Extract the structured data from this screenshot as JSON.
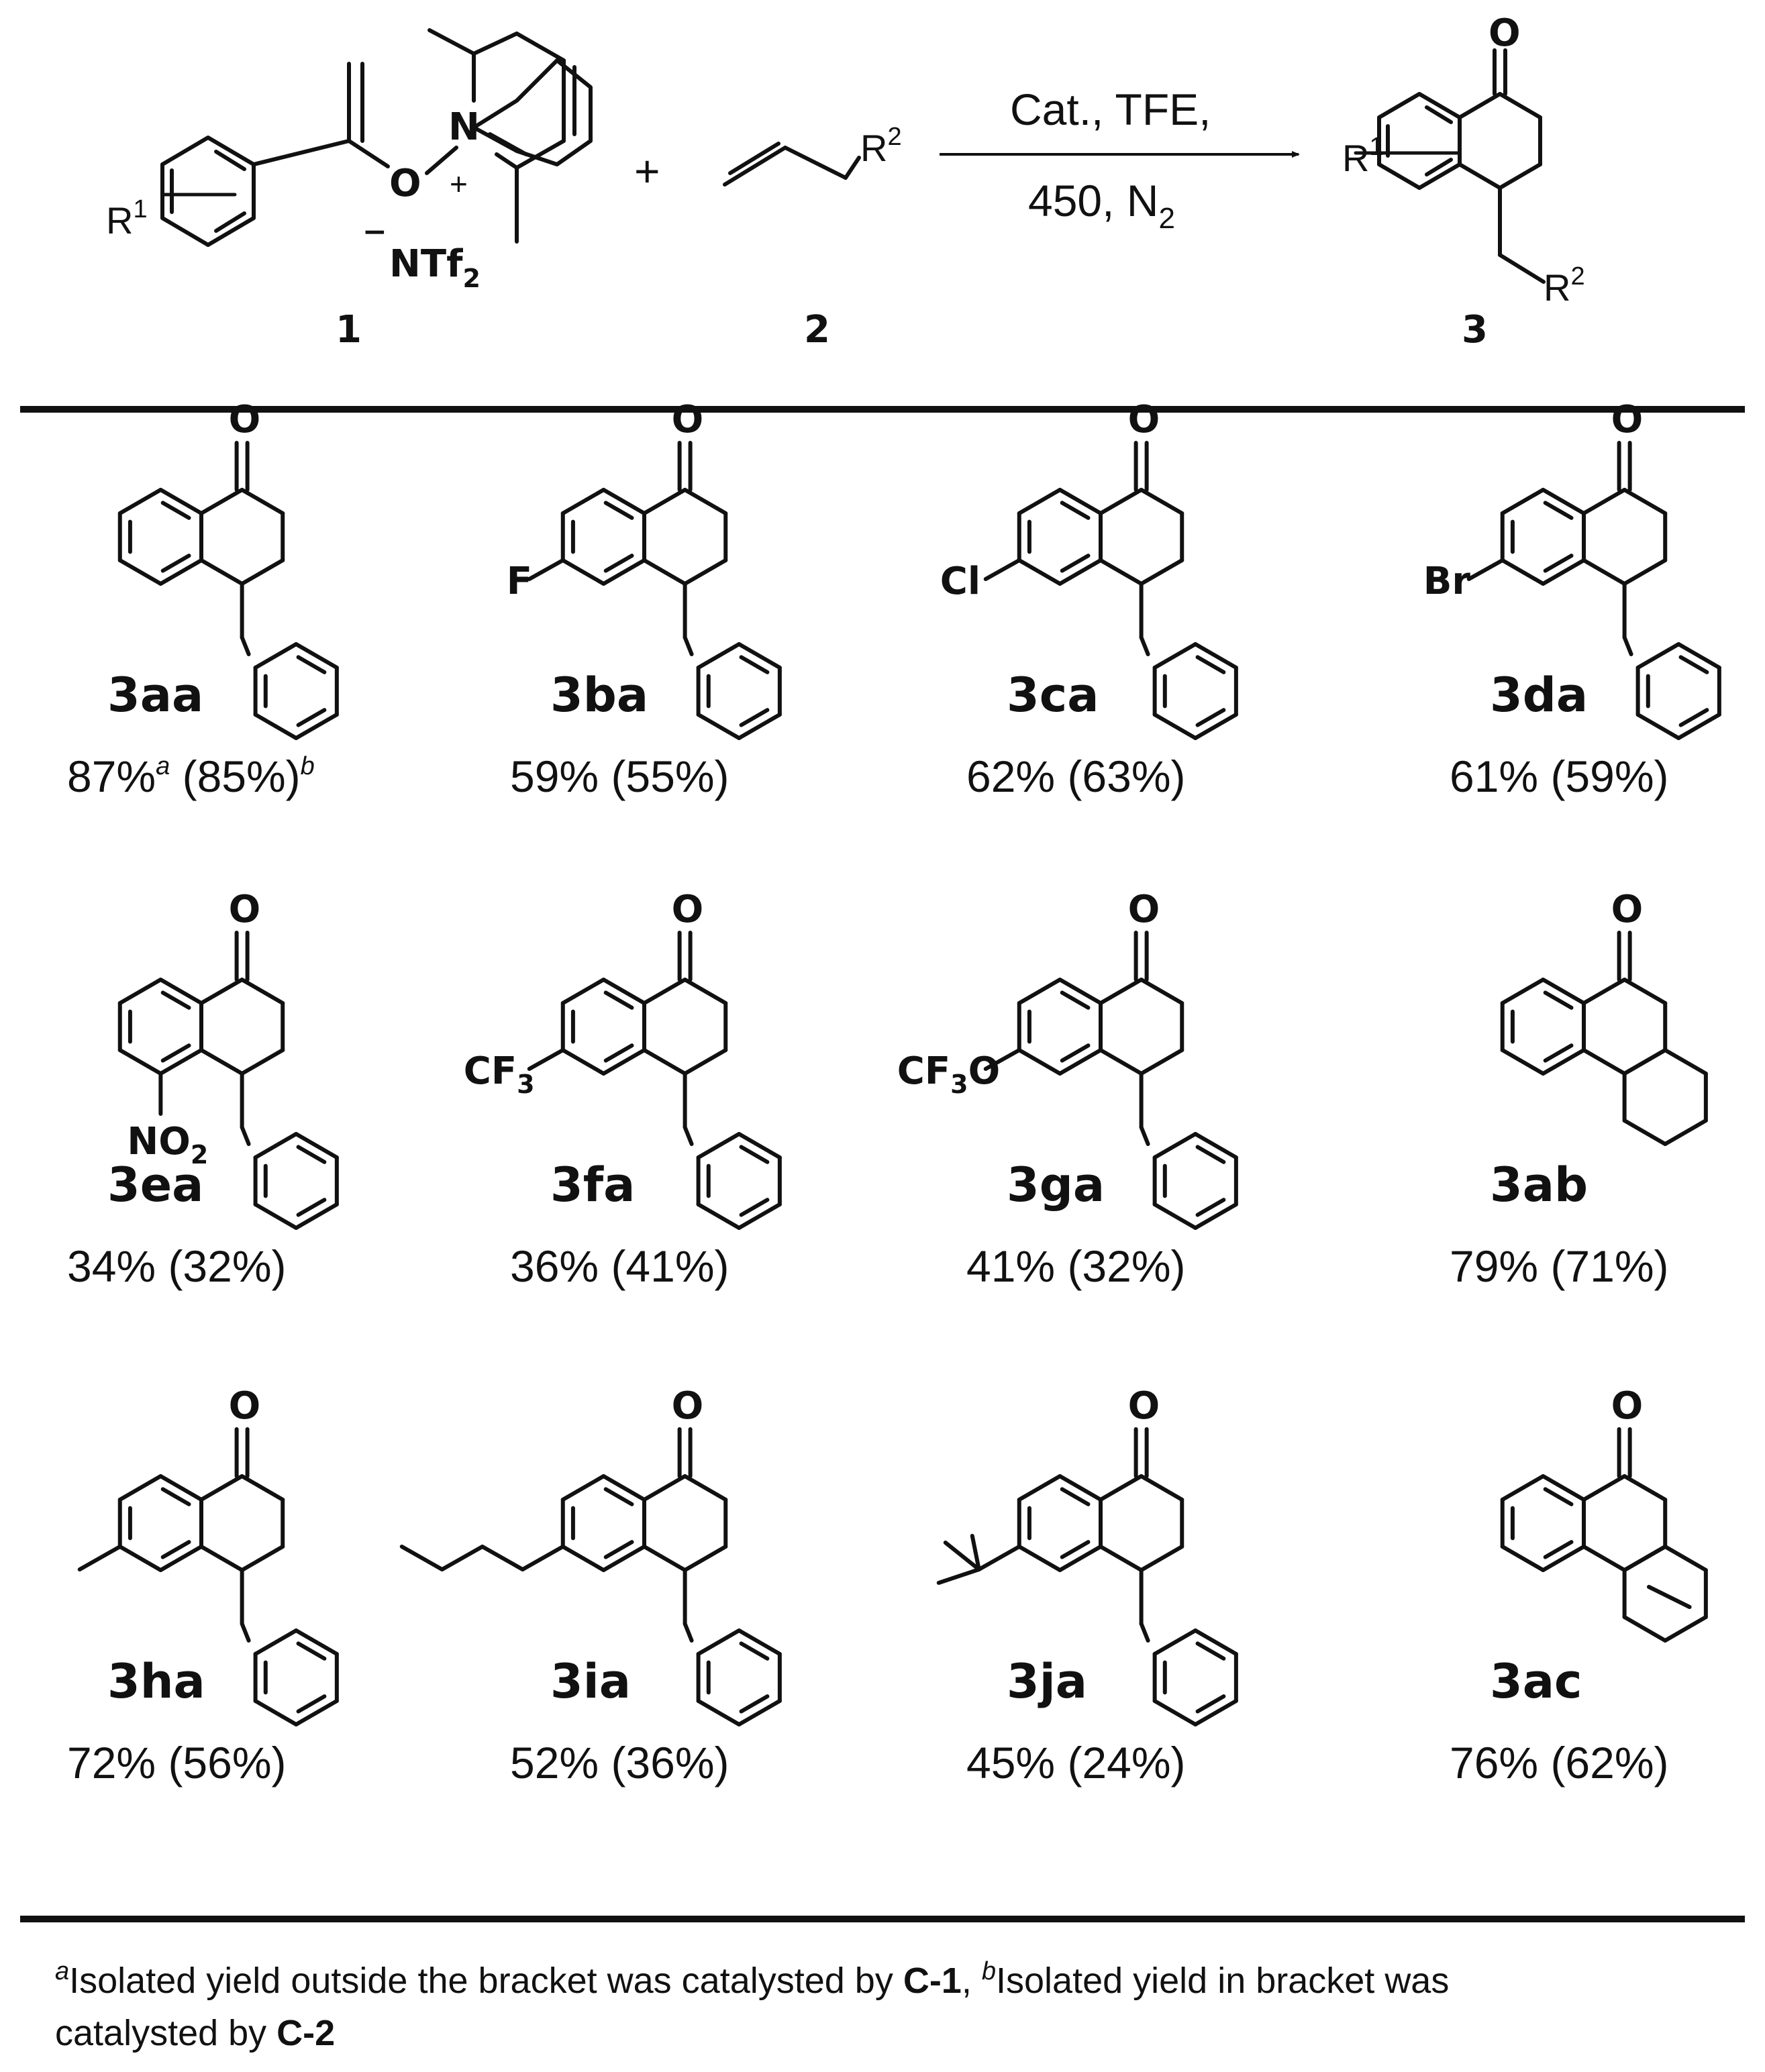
{
  "reaction": {
    "conditions_top": "Cat., TFE,",
    "conditions_bottom": "450, N",
    "conditions_bottom_sub": "2",
    "plus": "+",
    "reactant1_number": "1",
    "reactant2_number": "2",
    "product_number": "3",
    "labels": {
      "R": "R",
      "sup1": "1",
      "sup2": "2",
      "O": "O",
      "N": "N",
      "plus_charge": "+",
      "minus_charge": "−",
      "NTf": "NTf",
      "NTf_sub": "2"
    }
  },
  "compounds": [
    {
      "id": "3aa",
      "main": "87%",
      "main_sup": "a",
      "bracket": " (85%)",
      "bracket_sup": "b",
      "substituent": ""
    },
    {
      "id": "3ba",
      "main": "59%",
      "main_sup": "",
      "bracket": " (55%)",
      "bracket_sup": "",
      "substituent": "F"
    },
    {
      "id": "3ca",
      "main": "62%",
      "main_sup": "",
      "bracket": " (63%)",
      "bracket_sup": "",
      "substituent": "Cl"
    },
    {
      "id": "3da",
      "main": "61%",
      "main_sup": "",
      "bracket": " (59%)",
      "bracket_sup": "",
      "substituent": "Br"
    },
    {
      "id": "3ea",
      "main": "34%",
      "main_sup": "",
      "bracket": " (32%)",
      "bracket_sup": "",
      "substituent": "NO",
      "substituent_sub": "2"
    },
    {
      "id": "3fa",
      "main": "36%",
      "main_sup": "",
      "bracket": " (41%)",
      "bracket_sup": "",
      "substituent": "CF",
      "substituent_sub": "3"
    },
    {
      "id": "3ga",
      "main": "41%",
      "main_sup": "",
      "bracket": " (32%)",
      "bracket_sup": "",
      "substituent": "CF",
      "substituent_sub": "3",
      "substituent_tail": "O"
    },
    {
      "id": "3ab",
      "main": "79%",
      "main_sup": "",
      "bracket": " (71%)",
      "bracket_sup": "",
      "substituent": ""
    },
    {
      "id": "3ha",
      "main": "72%",
      "main_sup": "",
      "bracket": " (56%)",
      "bracket_sup": "",
      "substituent": ""
    },
    {
      "id": "3ia",
      "main": "52%",
      "main_sup": "",
      "bracket": " (36%)",
      "bracket_sup": "",
      "substituent": ""
    },
    {
      "id": "3ja",
      "main": "45%",
      "main_sup": "",
      "bracket": " (24%)",
      "bracket_sup": "",
      "substituent": ""
    },
    {
      "id": "3ac",
      "main": "76%",
      "main_sup": "",
      "bracket": " (62%)",
      "bracket_sup": "",
      "substituent": ""
    }
  ],
  "footnote": {
    "a_mark": "a",
    "a_text": "Isolated yield outside the bracket was catalysted by ",
    "a_bold": "C-1",
    "sep": ", ",
    "b_mark": "b",
    "b_text": "Isolated yield in bracket was",
    "line2_text": "catalysted by ",
    "line2_bold": "C-2"
  },
  "colors": {
    "ink": "#111111",
    "background": "#ffffff"
  }
}
